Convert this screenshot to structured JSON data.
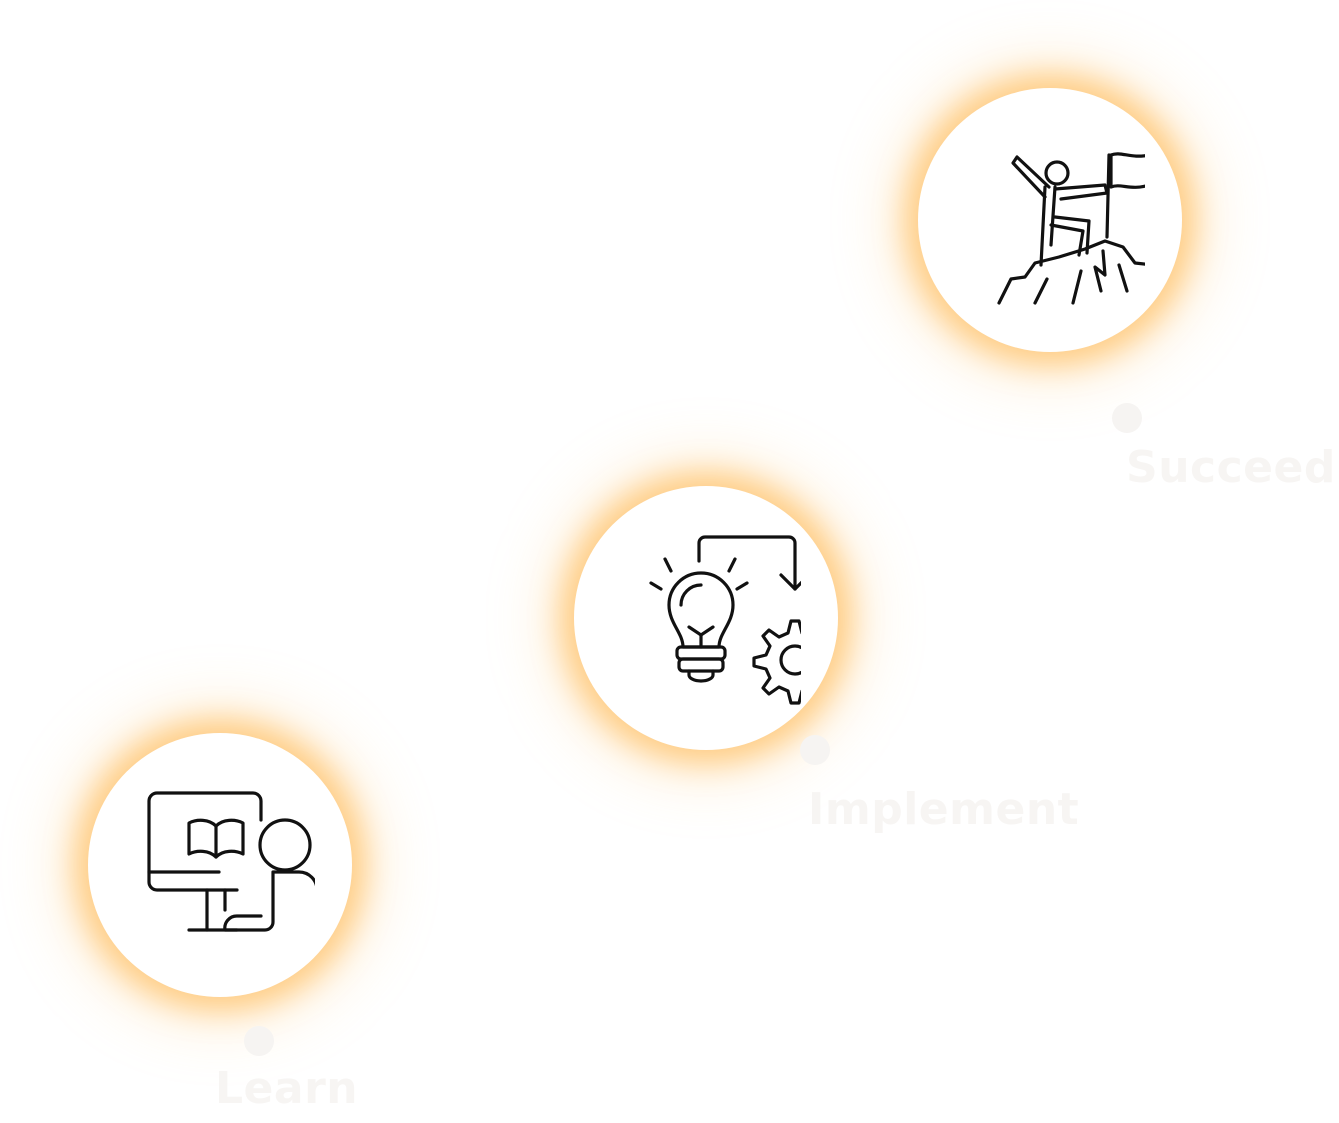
{
  "steps": [
    {
      "label": "Learn",
      "icon": "online-learning-icon"
    },
    {
      "label": "Implement",
      "icon": "idea-to-action-icon"
    },
    {
      "label": "Succeed",
      "icon": "summit-success-icon"
    }
  ],
  "colors": {
    "glow": "#ffb040",
    "circle": "#ffffff",
    "icon_stroke": "#111111",
    "label": "#f7f5f3"
  }
}
